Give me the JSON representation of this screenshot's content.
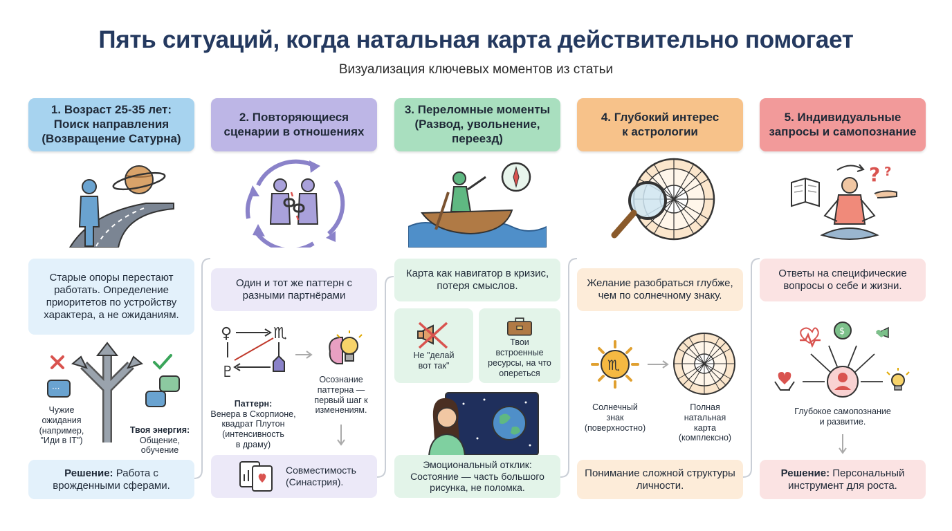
{
  "title": "Пять ситуаций, когда натальная карта действительно помогает",
  "subtitle": "Визуализация ключевых моментов из статьи",
  "colors": {
    "blue": "#a7d3ef",
    "purple": "#bdb6e6",
    "green": "#a9dfbf",
    "orange": "#f7c28a",
    "red": "#f29a9a",
    "blue_light": "#e3f1fb",
    "purple_light": "#ece9f8",
    "green_light": "#e3f4e9",
    "orange_light": "#fdecd9",
    "red_light": "#fbe3e3"
  },
  "col1": {
    "header": "1. Возраст 25-35 лет:\nПоиск направления\n(Возвращение Сатурна)",
    "desc": "Старые опоры перестают работать. Определение приоритетов по устройству характера, а не ожиданиям.",
    "left_label": "Чужие\nожидания\n(например,\n\"Иди в IT\")",
    "right_label_bold": "Твоя энергия:",
    "right_label": "Общение,\nобучение",
    "solution_bold": "Решение:",
    "solution": "Работа с врожденными сферами."
  },
  "col2": {
    "header": "2. Повторяющиеся\nсценарии в отношениях",
    "desc": "Один и тот же паттерн с разными партнёрами",
    "pattern_bold": "Паттерн:",
    "pattern": "Венера в Скорпионе,\nквадрат Плутон\n(интенсивность\nв драму)",
    "awareness": "Осознание\nпаттерна —\nпервый шаг к\nизменениям.",
    "compat": "Совместимость\n(Синастрия)."
  },
  "col3": {
    "header": "3. Переломные моменты\n(Развод, увольнение,\nпереезд)",
    "desc": "Карта как навигатор в кризис, потеря смыслов.",
    "dont": "Не \"делай\nвот так\"",
    "resources": "Твои встроенные\nресурсы, на что\nопереться",
    "emotional": "Эмоциональный отклик:\nСостояние — часть большого\nрисунка, не поломка."
  },
  "col4": {
    "header": "4. Глубокий интерес\nк астрологии",
    "desc": "Желание разобраться глубже, чем по солнечному знаку.",
    "sun": "Солнечный\nзнак\n(поверхностно)",
    "full": "Полная\nнатальная\nкарта\n(комплексно)",
    "bottom": "Понимание сложной структуры личности."
  },
  "col5": {
    "header": "5. Индивидуальные\nзапросы и самопознание",
    "desc": "Ответы на специфические вопросы о себе и жизни.",
    "deep": "Глубокое самопознание\nи развитие.",
    "solution_bold": "Решение:",
    "solution": "Персональный инструмент для роста."
  }
}
